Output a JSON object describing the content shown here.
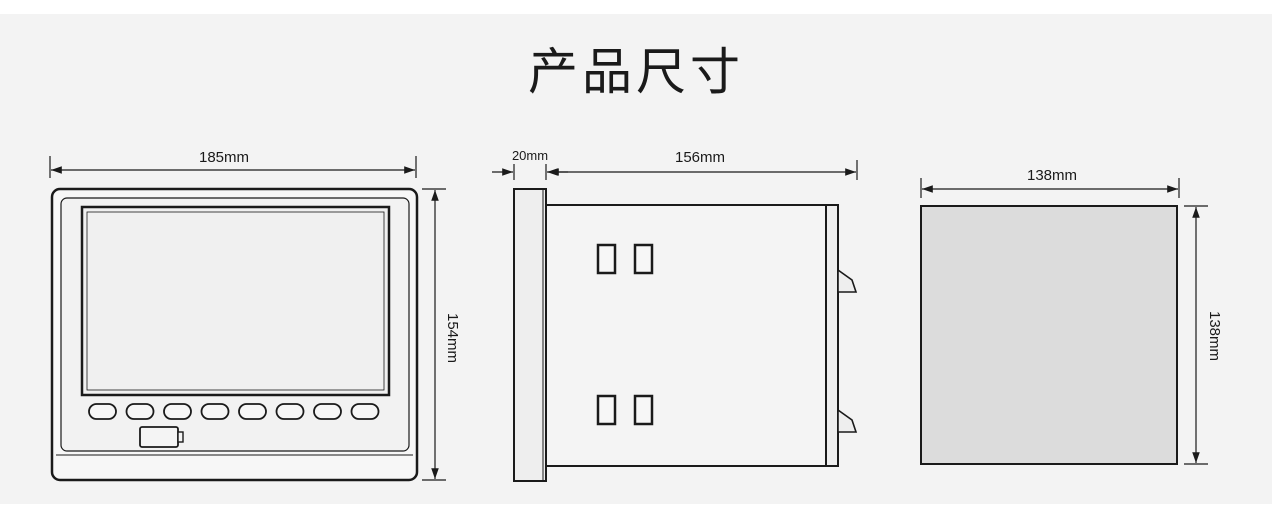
{
  "title": "产品尺寸",
  "dimensions": {
    "front_width": "185mm",
    "front_height": "154mm",
    "side_front_depth": "20mm",
    "side_body_depth": "156mm",
    "cutout_width": "138mm",
    "cutout_height": "138mm"
  },
  "colors": {
    "line": "#1a1a1a",
    "background": "#f3f3f3",
    "cutout_fill": "#dcdcdc",
    "panel_fill": "#efefef"
  },
  "front_panel": {
    "button_count": 8
  }
}
